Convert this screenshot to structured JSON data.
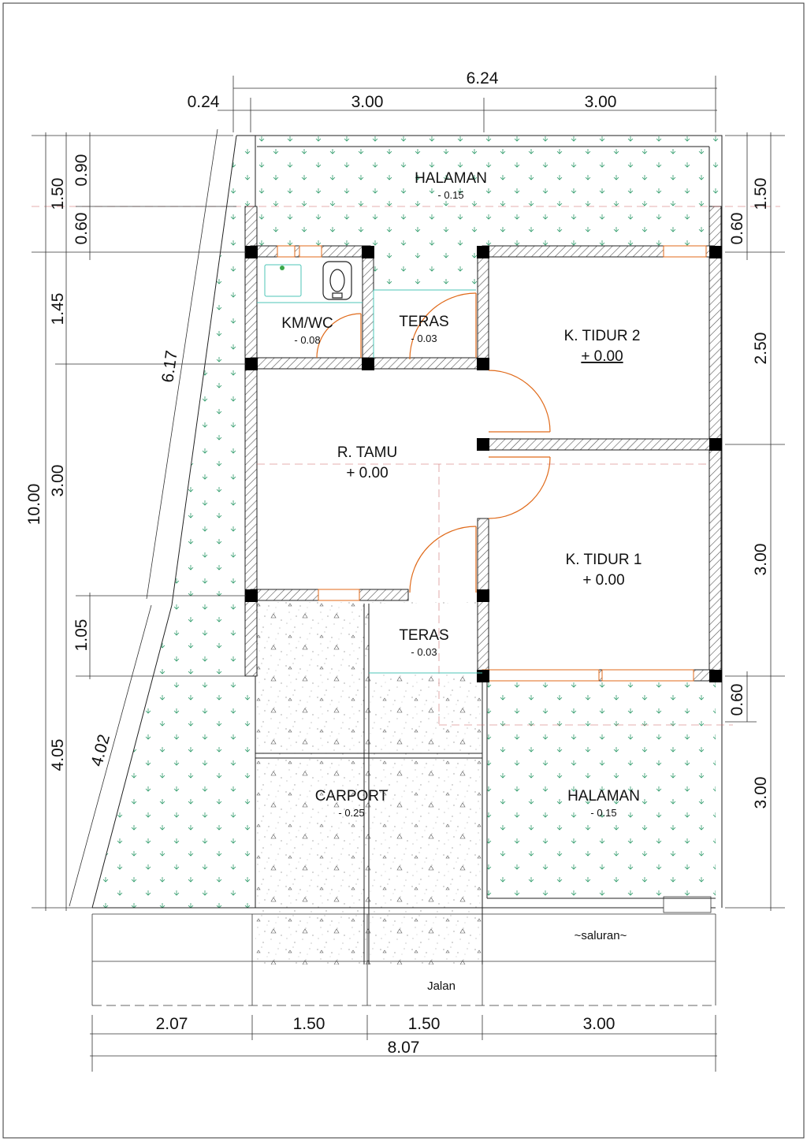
{
  "rooms": {
    "halaman_top": {
      "name": "HALAMAN",
      "level": "- 0.15"
    },
    "kmwc": {
      "name": "KM/WC",
      "level": "- 0.08"
    },
    "teras_top": {
      "name": "TERAS",
      "level": "- 0.03"
    },
    "k_tidur_2": {
      "name": "K. TIDUR 2",
      "level": "+ 0.00"
    },
    "r_tamu": {
      "name": "R. TAMU",
      "level": "+ 0.00"
    },
    "k_tidur_1": {
      "name": "K. TIDUR 1",
      "level": "+ 0.00"
    },
    "teras_bottom": {
      "name": "TERAS",
      "level": "- 0.03"
    },
    "carport": {
      "name": "CARPORT",
      "level": "- 0.25"
    },
    "halaman_bottom": {
      "name": "HALAMAN",
      "level": "- 0.15"
    }
  },
  "labels": {
    "saluran": "~saluran~",
    "jalan": "Jalan"
  },
  "dimensions": {
    "top_total": "6.24",
    "top_offset": "0.24",
    "top_left": "3.00",
    "top_right": "3.00",
    "left_total": "10.00",
    "left_a": "1.50",
    "left_a1": "0.90",
    "left_a2": "0.60",
    "left_b": "1.45",
    "left_c": "3.00",
    "left_d": "1.05",
    "left_e": "4.05",
    "diag_upper": "6.17",
    "diag_lower": "4.02",
    "right_a": "1.50",
    "right_a2": "0.60",
    "right_b": "2.50",
    "right_c": "3.00",
    "right_d": "0.60",
    "right_e": "3.00",
    "bottom_a": "2.07",
    "bottom_b": "1.50",
    "bottom_c": "1.50",
    "bottom_d": "3.00",
    "bottom_total": "8.07"
  },
  "colors": {
    "wall_hatch": "#555555",
    "door": "#e06a1a",
    "grass": "#2e9b6a",
    "fixture": "#4cc6b7"
  }
}
